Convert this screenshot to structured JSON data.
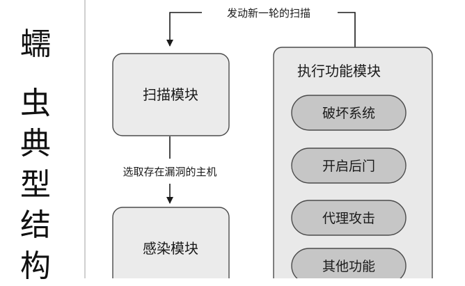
{
  "side_title": [
    "蠕",
    "虫",
    "典",
    "型",
    "结",
    "构"
  ],
  "diagram": {
    "loop_label": "发动新一轮的扫描",
    "scan_module": "扫描模块",
    "select_label": "选取存在漏洞的主机",
    "infect_module": "感染模块",
    "exec_panel": {
      "title": "执行功能模块",
      "items": [
        "破坏系统",
        "开启后门",
        "代理攻击",
        "其他功能"
      ]
    }
  },
  "colors": {
    "node_fill": "#ebebeb",
    "node_stroke": "#4a4a4a",
    "panel_fill": "#e9e9e9",
    "pill_fill": "#c6c6c6",
    "line": "#1a1a1a"
  }
}
